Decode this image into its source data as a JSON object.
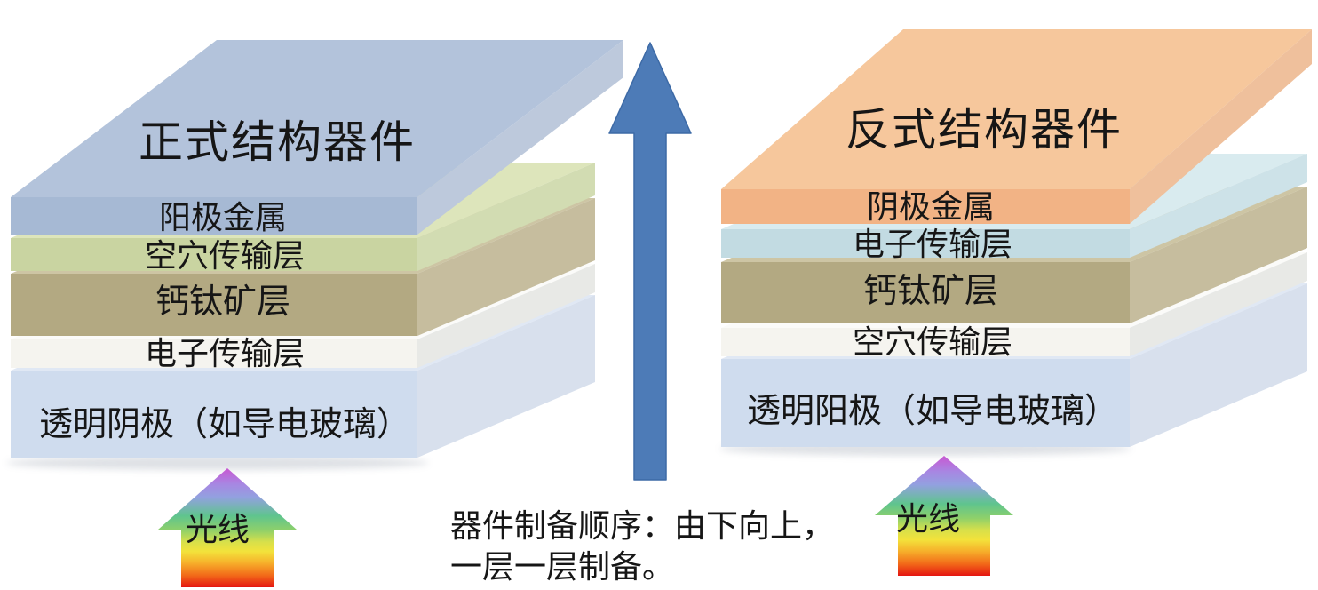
{
  "left_device": {
    "title": "正式结构器件",
    "layers": [
      {
        "label": "阳极金属",
        "front_color": "#a6b9d4"
      },
      {
        "label": "空穴传输层",
        "front_color": "#c9d4a1"
      },
      {
        "label": "钙钛矿层",
        "front_color": "#b3a982"
      },
      {
        "label": "电子传输层",
        "front_color": "#f5f4ef"
      },
      {
        "label": "透明阴极（如导电玻璃）",
        "front_color": "#cfdcee"
      }
    ],
    "light_label": "光线"
  },
  "right_device": {
    "title": "反式结构器件",
    "layers": [
      {
        "label": "阴极金属",
        "front_color": "#f2b385"
      },
      {
        "label": "电子传输层",
        "front_color": "#c2dbe2"
      },
      {
        "label": "钙钛矿层",
        "front_color": "#b3a982"
      },
      {
        "label": "空穴传输层",
        "front_color": "#f5f4ef"
      },
      {
        "label": "透明阳极（如导电玻璃）",
        "front_color": "#cfdcee"
      }
    ],
    "light_label": "光线"
  },
  "caption": {
    "line1": "器件制备顺序：由下向上，",
    "line2": "一层一层制备。"
  },
  "colors": {
    "fabrication_arrow": "#4d7bb7",
    "light_arrow_gradient": [
      "#c957d2",
      "#a886e2",
      "#5fc48e",
      "#d8e04a",
      "#f3e23b",
      "#f6ad2a",
      "#f26a19",
      "#e51511"
    ]
  }
}
